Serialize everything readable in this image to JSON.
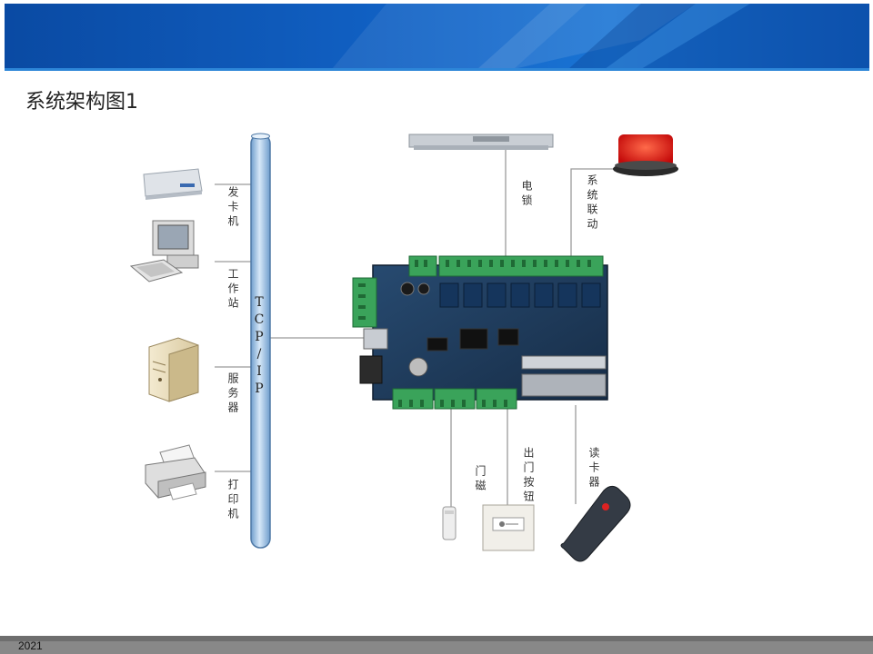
{
  "slide": {
    "title": "系统架构图1",
    "footer_text": "2021"
  },
  "diagram": {
    "bus_label": "TCP/IP",
    "left_devices": [
      {
        "label": "发卡机",
        "icon": "card-issuer-icon"
      },
      {
        "label": "工作站",
        "icon": "workstation-icon"
      },
      {
        "label": "服务器",
        "icon": "server-icon"
      },
      {
        "label": "打印机",
        "icon": "printer-icon"
      }
    ],
    "top_devices": [
      {
        "label": "电锁",
        "icon": "electric-lock-icon"
      },
      {
        "label": "系统联动",
        "icon": "alarm-light-icon"
      }
    ],
    "bottom_devices": [
      {
        "label": "门磁",
        "icon": "door-magnet-icon"
      },
      {
        "label": "出门按钮",
        "icon": "exit-button-icon"
      },
      {
        "label": "读卡器",
        "icon": "card-reader-icon"
      }
    ],
    "controller": {
      "icon": "controller-board-icon"
    },
    "colors": {
      "header": "#1161c4",
      "bus": "#9fc3e6",
      "board": "#1f3a5c",
      "terminal": "#3aa35a"
    }
  }
}
